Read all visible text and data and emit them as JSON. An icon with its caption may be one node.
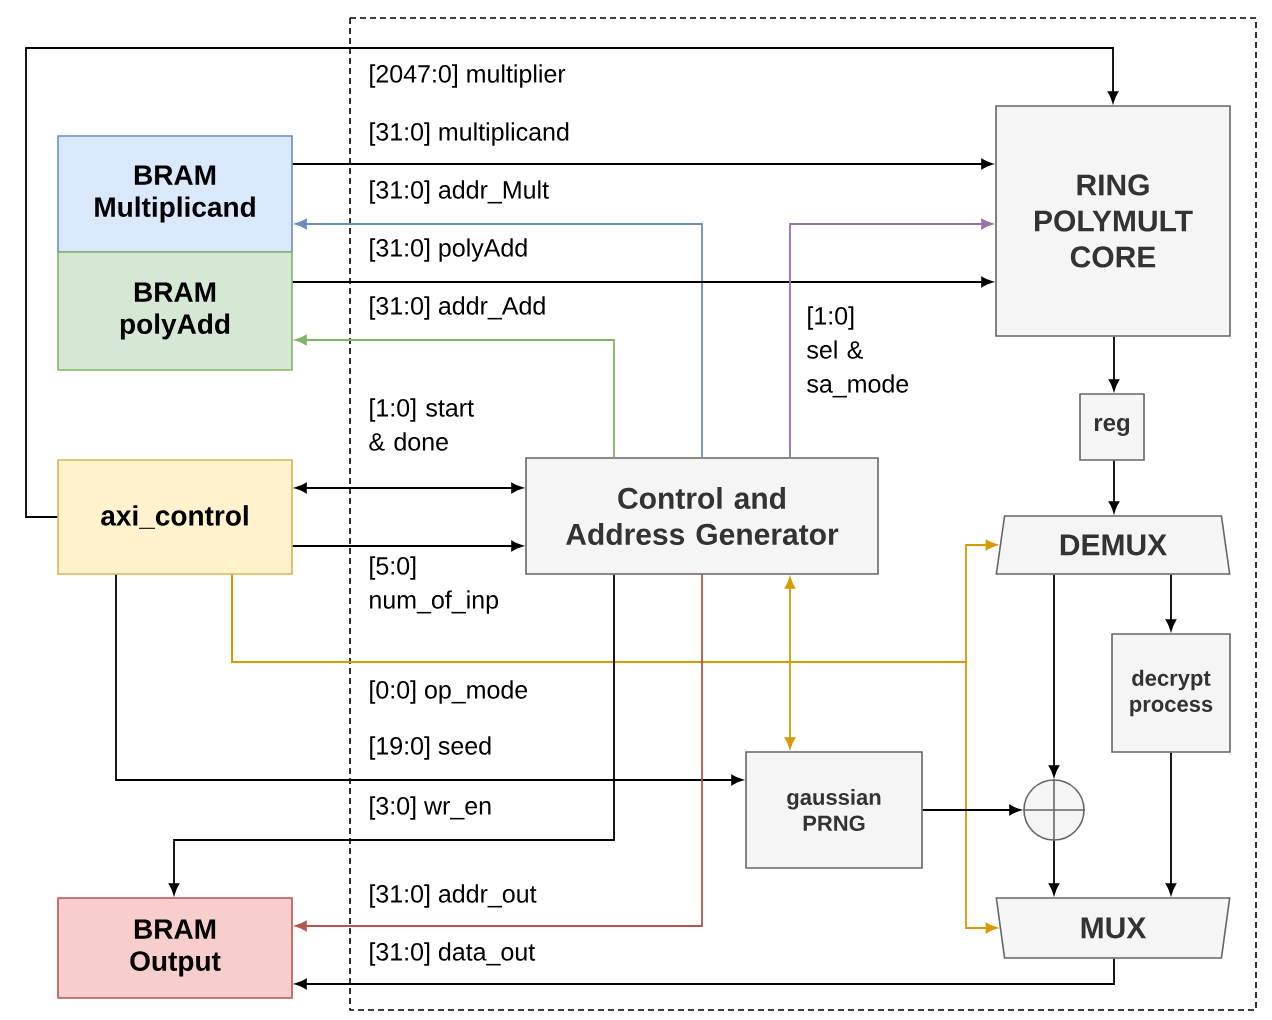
{
  "diagram": {
    "nodes": [
      {
        "text": [
          "BRAM Multiplicand"
        ]
      },
      {
        "text": [
          "BRAM polyAdd"
        ]
      },
      {
        "text": [
          "RING POLYMULT CORE"
        ]
      },
      {
        "text": [
          "reg"
        ]
      },
      {
        "text": [
          "axi_control"
        ]
      },
      {
        "text": [
          "Control and Address Generator"
        ]
      },
      {
        "text": [
          "DEMUX"
        ]
      },
      {
        "text": [
          "decrypt process"
        ]
      },
      {
        "text": [
          "gaussian PRNG"
        ]
      },
      {
        "text": [],
        "shape": "circle"
      },
      {
        "text": [
          "MUX"
        ]
      },
      {
        "text": [
          "BRAM Output"
        ]
      }
    ],
    "edges": [
      {
        "from": 4,
        "to": 2,
        "arrow": "to",
        "label": "[2047:0] multiplier"
      },
      {
        "from": 0,
        "to": 2,
        "arrow": "to",
        "label": "[31:0] multiplicand"
      },
      {
        "from": 5,
        "to": 0,
        "arrow": "to",
        "label": "[31:0] addr_Mult",
        "color": "#6c8ebf"
      },
      {
        "from": 1,
        "to": 2,
        "arrow": "to",
        "label": "[31:0] polyAdd"
      },
      {
        "from": 5,
        "to": 1,
        "arrow": "to",
        "label": "[31:0] addr_Add",
        "color": "#82b366"
      },
      {
        "from": 5,
        "to": 2,
        "arrow": "to",
        "label": "[1:0] sel & sa_mode",
        "color": "#9673a6"
      },
      {
        "from": 4,
        "to": 5,
        "arrow": "both",
        "label": "[1:0] start & done"
      },
      {
        "from": 4,
        "to": 5,
        "arrow": "to",
        "label": "[5:0] num_of_inp"
      },
      {
        "from": 4,
        "to": 6,
        "arrow": "to",
        "label": "[0:0] op_mode",
        "color": "#d79b00"
      },
      {
        "from": 4,
        "to": 10,
        "arrow": "to",
        "color": "#d79b00"
      },
      {
        "from": 4,
        "to": 8,
        "arrow": "to",
        "label": "[19:0] seed"
      },
      {
        "from": 5,
        "to": 11,
        "arrow": "to",
        "label": "[3:0] wr_en"
      },
      {
        "from": 5,
        "to": 11,
        "arrow": "to",
        "label": "[31:0] addr_out",
        "color": "#b85450"
      },
      {
        "from": 10,
        "to": 11,
        "arrow": "to",
        "label": "[31:0] data_out"
      },
      {
        "from": 5,
        "to": 8,
        "arrow": "both",
        "color": "#d79b00"
      },
      {
        "from": 2,
        "to": 3,
        "arrow": "to"
      },
      {
        "from": 3,
        "to": 6,
        "arrow": "to"
      },
      {
        "from": 6,
        "to": 9,
        "arrow": "to"
      },
      {
        "from": 6,
        "to": 7,
        "arrow": "to"
      },
      {
        "from": 8,
        "to": 9,
        "arrow": "to"
      },
      {
        "from": 9,
        "to": 10,
        "arrow": "to"
      },
      {
        "from": 7,
        "to": 10,
        "arrow": "to"
      }
    ]
  }
}
